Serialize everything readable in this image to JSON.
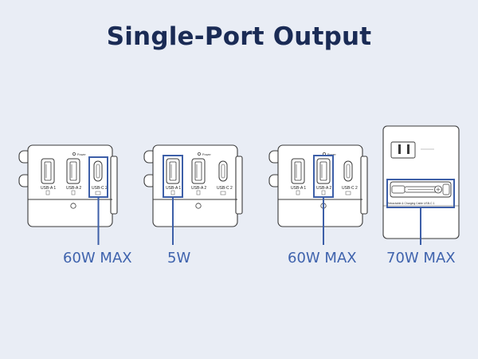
{
  "title": "Single-Port Output",
  "accent_color": "#3d5fa8",
  "device_line_color": "#3a3a3a",
  "adapters": [
    {
      "highlight": "port-3",
      "ports": [
        {
          "type": "usb-a",
          "label": "USB-A 1"
        },
        {
          "type": "usb-a",
          "label": "USB-A 2"
        },
        {
          "type": "usb-c",
          "label": "USB-C 2"
        }
      ],
      "power_label": "Power",
      "rating": "60W MAX"
    },
    {
      "highlight": "port-1",
      "ports": [
        {
          "type": "usb-a",
          "label": "USB-A 1"
        },
        {
          "type": "usb-a",
          "label": "USB-A 2"
        },
        {
          "type": "usb-c",
          "label": "USB-C 2"
        }
      ],
      "power_label": "Power",
      "rating": "5W"
    },
    {
      "highlight": "port-2",
      "ports": [
        {
          "type": "usb-a",
          "label": "USB-A 1"
        },
        {
          "type": "usb-a",
          "label": "USB-A 2"
        },
        {
          "type": "usb-c",
          "label": "USB-C 2"
        }
      ],
      "power_label": "Power",
      "rating": "60W MAX"
    },
    {
      "highlight": "retractable-cable",
      "side_view": true,
      "cable_label": "Retractable & Charging Cable USB-C 1",
      "rating": "70W MAX"
    }
  ]
}
